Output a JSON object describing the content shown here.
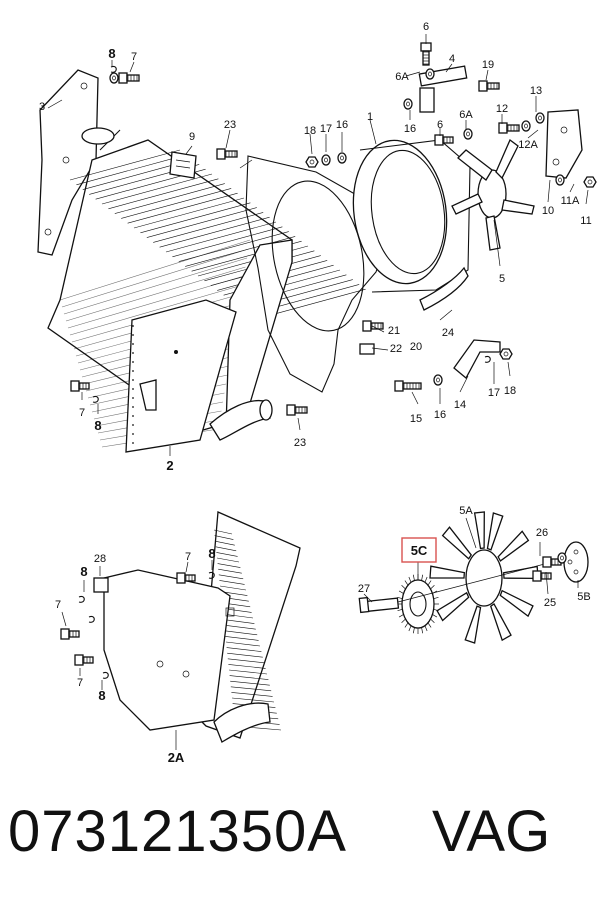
{
  "footer": {
    "part_number": "073121350A",
    "brand": "VAG"
  },
  "highlight": {
    "label": "5C",
    "color": "#d9534f"
  },
  "callouts": {
    "top": [
      "6",
      "6A",
      "4",
      "19",
      "8",
      "7",
      "3",
      "9",
      "23",
      "18",
      "17",
      "16",
      "1",
      "16",
      "6",
      "6A",
      "12",
      "13",
      "12A",
      "10",
      "11A",
      "11",
      "5",
      "21",
      "22",
      "20",
      "24",
      "14",
      "17",
      "18",
      "7",
      "8",
      "2",
      "23",
      "15",
      "16"
    ],
    "bottom": [
      "5A",
      "26",
      "28",
      "7",
      "8",
      "8",
      "7",
      "27",
      "25",
      "5B",
      "7",
      "8",
      "2A"
    ]
  }
}
